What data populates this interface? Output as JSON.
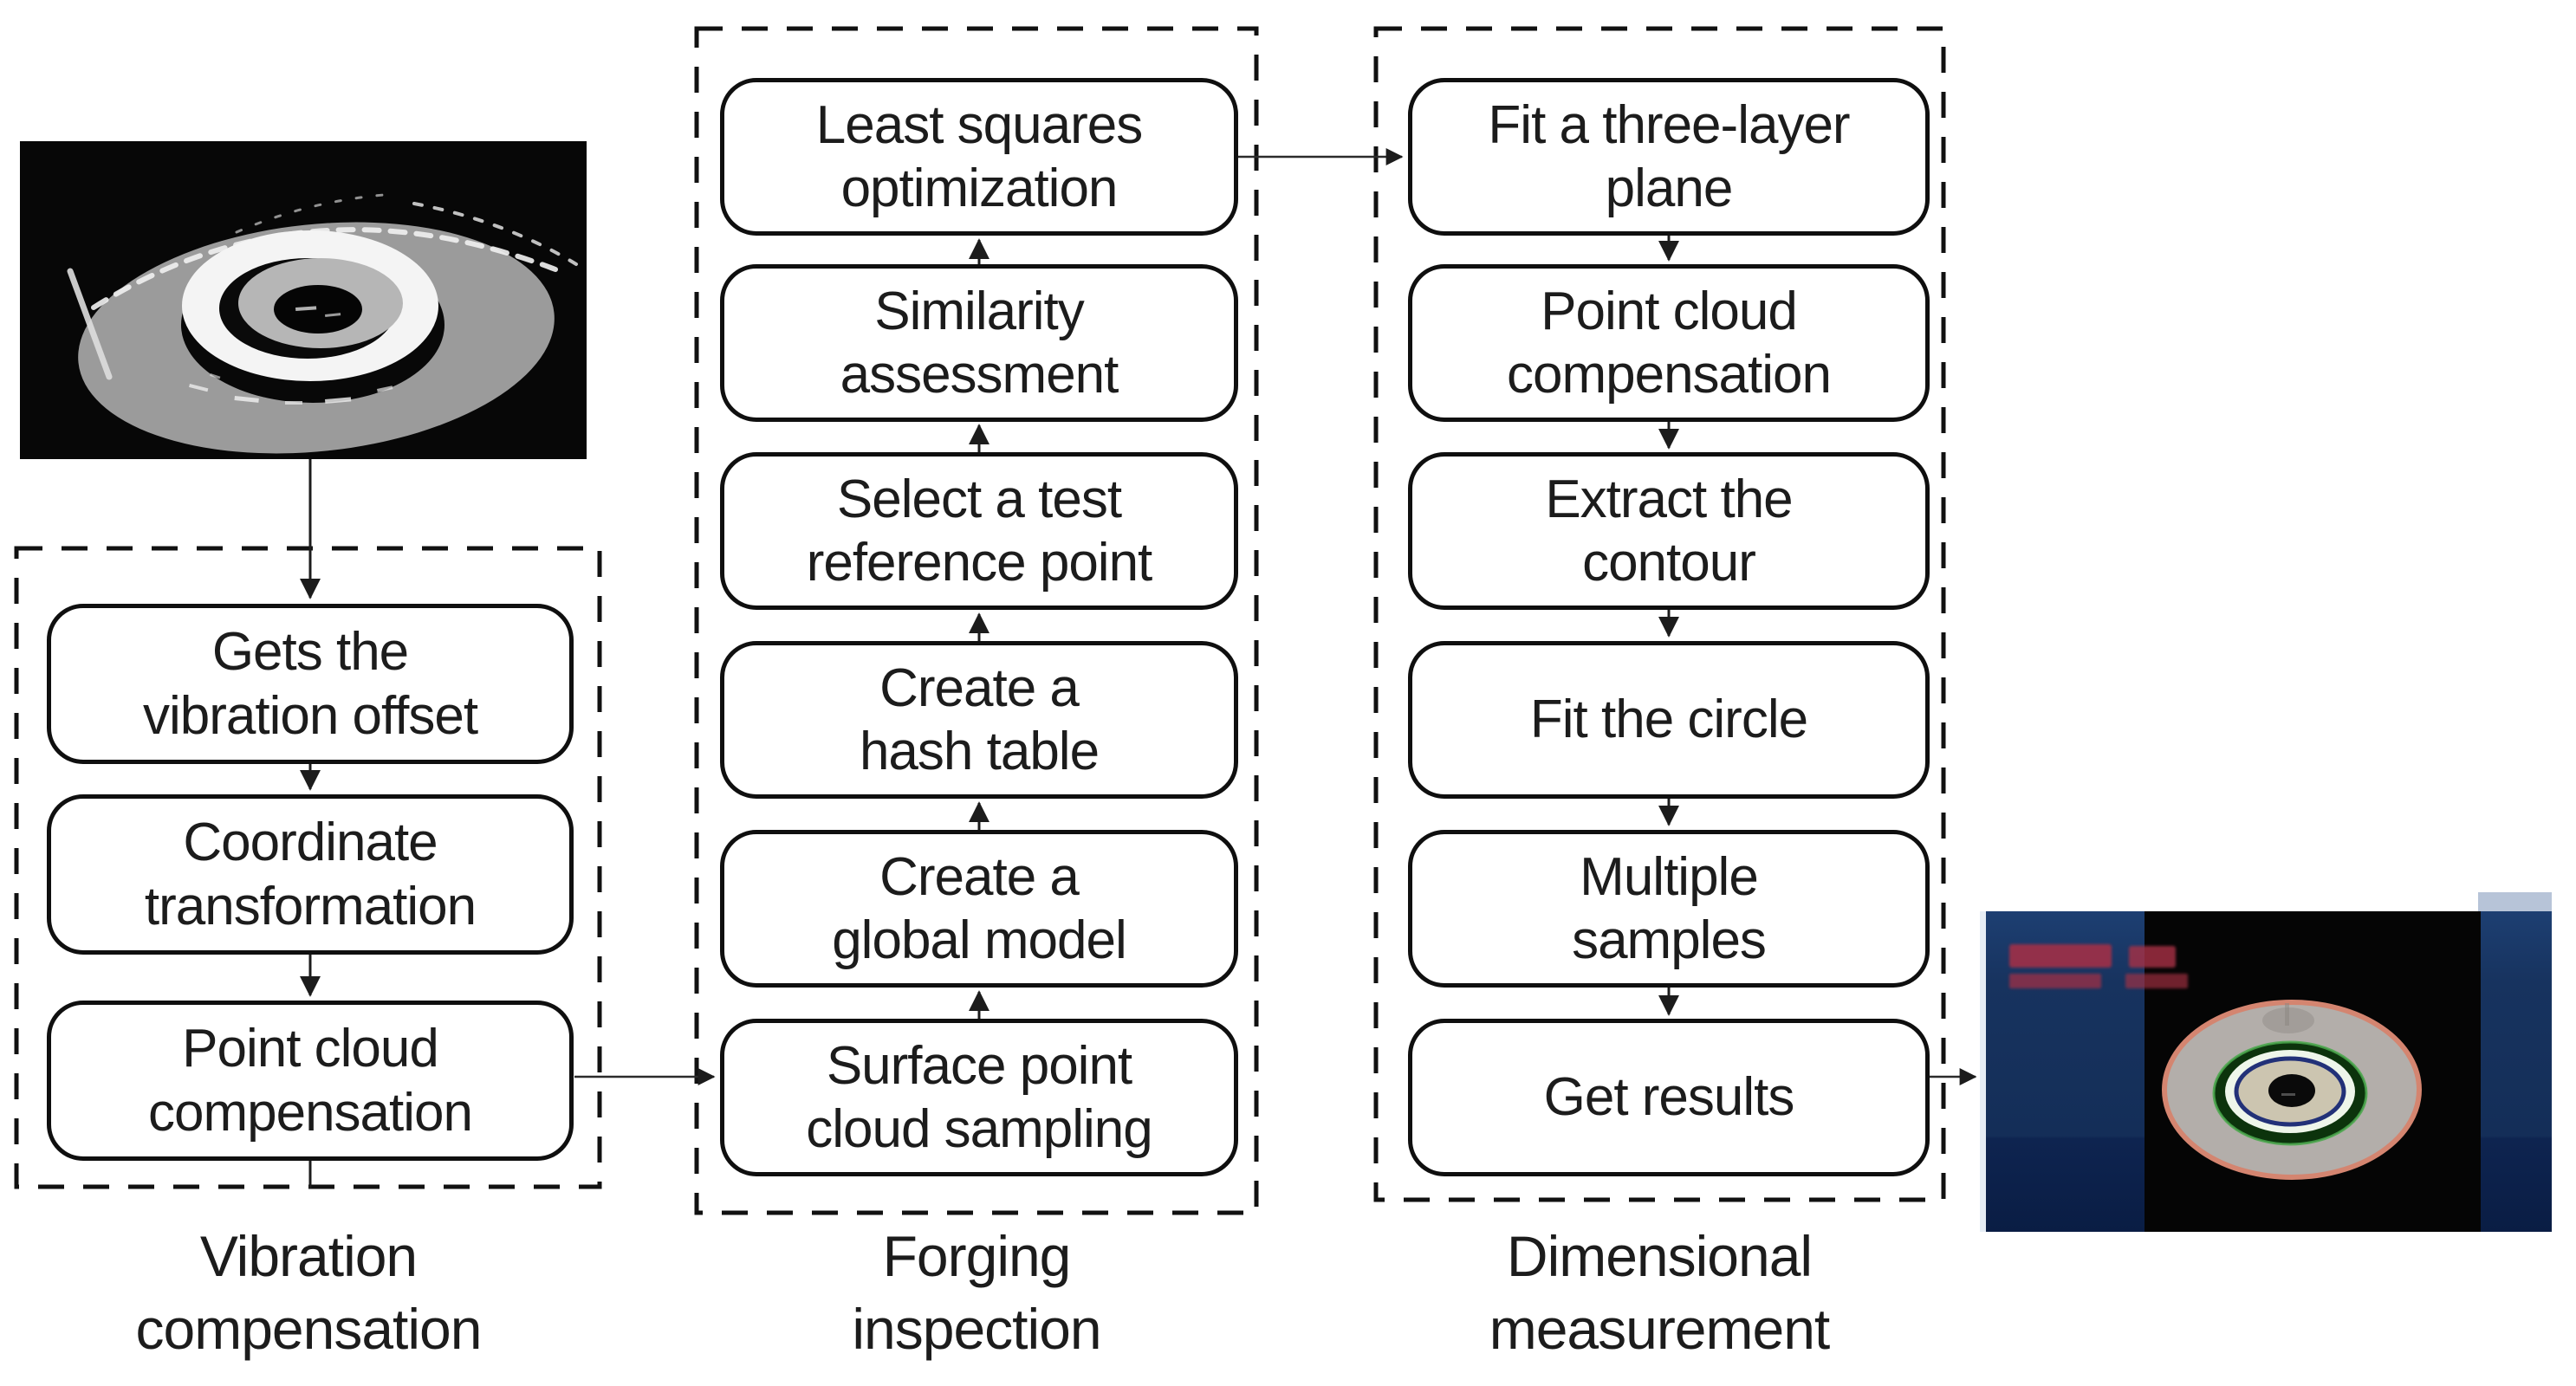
{
  "colors": {
    "box_border": "#0f0f0f",
    "box_fill": "#ffffff",
    "text": "#1c1c1c",
    "connector": "#1c1c1c",
    "photo_background": "#070707",
    "point_cloud_gray": "#9b9b9b",
    "result_panel_blue": "#13294e",
    "result_panel_blue_dark": "#0a1d47",
    "result_fit_circle_red": "#d98873",
    "result_ring_green": "#2f8f2f",
    "result_inner_circle_navy": "#223178",
    "result_readout_red": "#a82e44"
  },
  "flow": {
    "left": {
      "label": "Vibration\ncompensation",
      "direction": "down",
      "boxes": [
        "Gets the\nvibration offset",
        "Coordinate\ntransformation",
        "Point cloud\ncompensation"
      ]
    },
    "middle": {
      "label": "Forging\ninspection",
      "direction": "up",
      "boxes": [
        "Least squares\noptimization",
        "Similarity\nassessment",
        "Select a test\nreference point",
        "Create a\nhash table",
        "Create a\nglobal model",
        "Surface point\ncloud sampling"
      ]
    },
    "right": {
      "label": "Dimensional\nmeasurement",
      "direction": "down",
      "boxes": [
        "Fit a three-layer\nplane",
        "Point cloud\ncompensation",
        "Extract the\ncontour",
        "Fit the circle",
        "Multiple\nsamples",
        "Get results"
      ]
    }
  },
  "images": {
    "input_point_cloud": "ring-forging-point-cloud",
    "measurement_result": "fitted-circles-result"
  }
}
